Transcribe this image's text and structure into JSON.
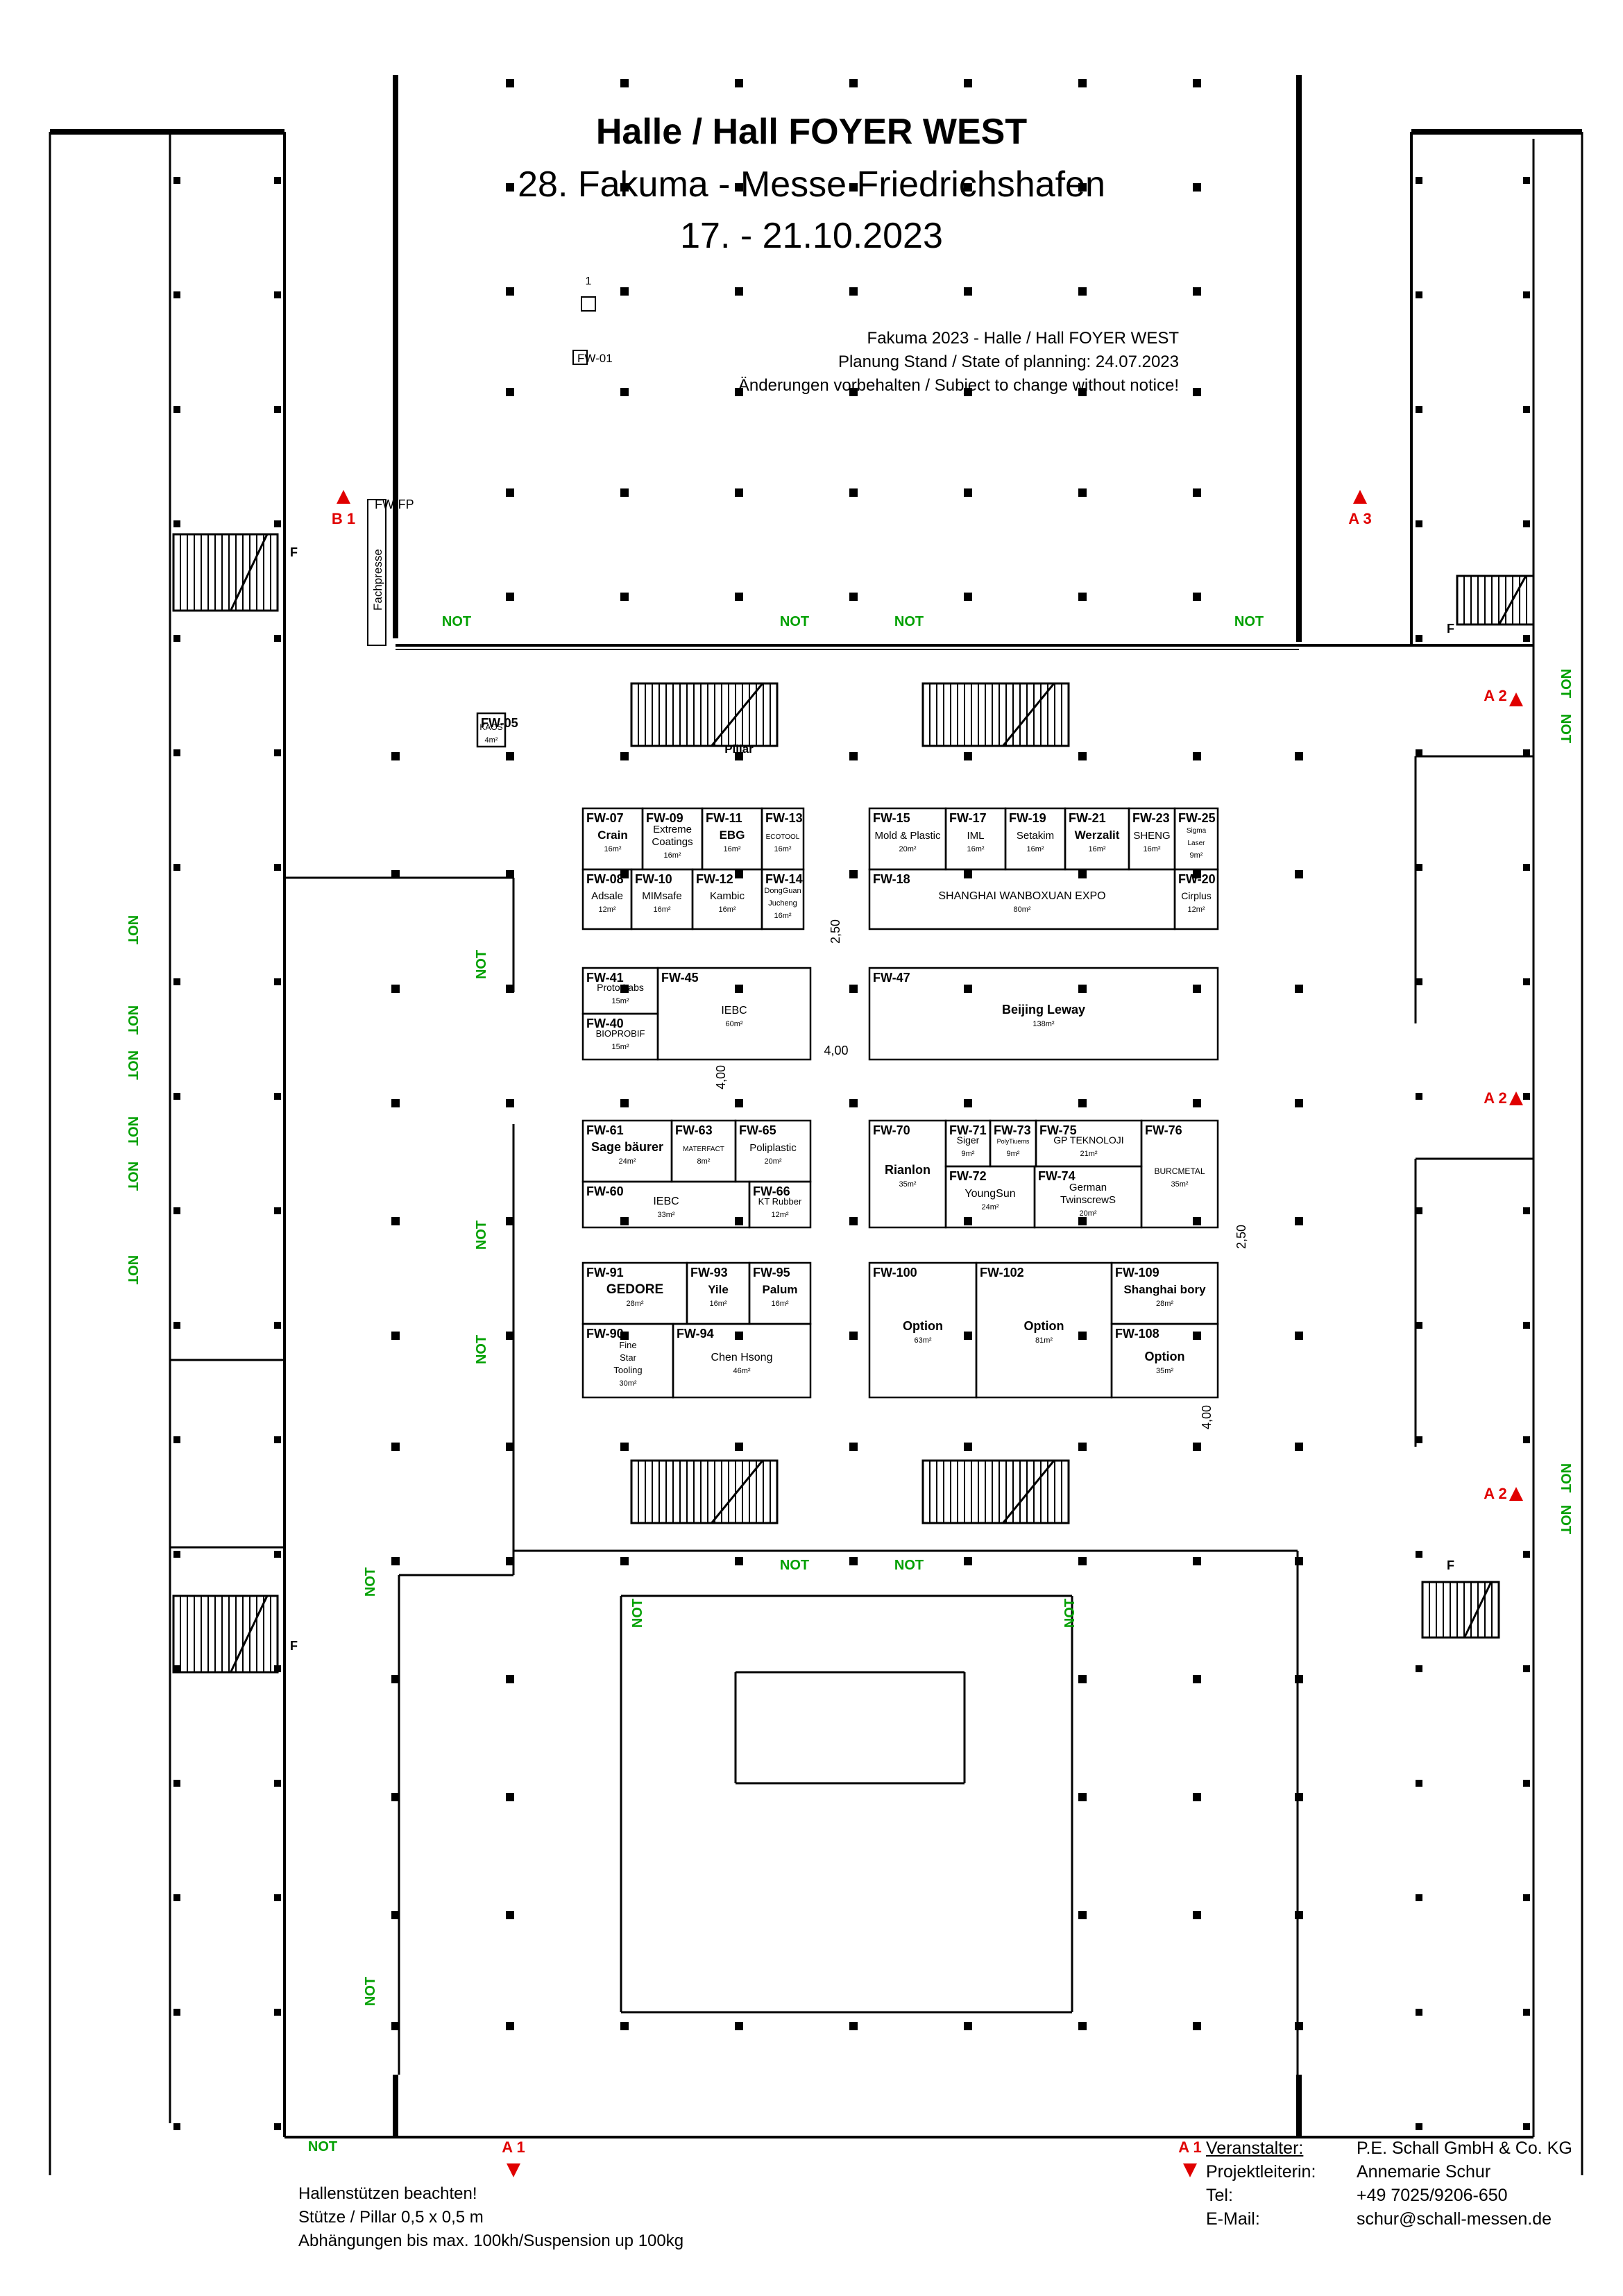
{
  "header": {
    "title": "Halle / Hall FOYER WEST",
    "subtitle": "28. Fakuma - Messe Friedrichshafen",
    "dates": "17. - 21.10.2023"
  },
  "info": {
    "line1": "Fakuma 2023 - Halle / Hall FOYER WEST",
    "line2": "Planung Stand / State of planning: 24.07.2023",
    "line3": "Änderungen vorbehalten / Subject to change without notice!"
  },
  "notes": {
    "line1": "Hallenstützen beachten!",
    "line2": "Stütze / Pillar 0,5 x 0,5 m",
    "line3": "Abhängungen bis max. 100kh/Suspension up 100kg"
  },
  "organizer": {
    "labels": [
      "Veranstalter:",
      "Projektleiterin:",
      "Tel:",
      "E-Mail:"
    ],
    "values": [
      "P.E. Schall GmbH & Co. KG",
      "Annemarie Schur",
      "+49 7025/9206-650",
      "schur@schall-messen.de"
    ]
  },
  "colors": {
    "line": "#000000",
    "exit": "#e00000",
    "not": "#00a000"
  },
  "exit_labels": {
    "b1": "B 1",
    "a3": "A 3",
    "a2": "A 2",
    "a1": "A 1"
  },
  "labels": {
    "not": "NOT",
    "pillar": "Pillar",
    "f": "F",
    "fachpresse": "Fachpresse",
    "fwfp": "FW-FP",
    "one": "1",
    "fw01": "FW-01"
  },
  "dimensions": {
    "d250": "2,50",
    "d400": "4,00"
  },
  "booths": [
    {
      "id": "FW-07",
      "name": "Crain",
      "area": "16m²"
    },
    {
      "id": "FW-09",
      "name": "Extreme Coatings",
      "area": "16m²"
    },
    {
      "id": "FW-11",
      "name": "EBG",
      "area": "16m²"
    },
    {
      "id": "FW-13",
      "name": "ECOTOOL",
      "area": "16m²"
    },
    {
      "id": "FW-08",
      "name": "Adsale",
      "area": "12m²"
    },
    {
      "id": "FW-10",
      "name": "MIMsafe",
      "area": "16m²"
    },
    {
      "id": "FW-12",
      "name": "Kambic",
      "area": "16m²"
    },
    {
      "id": "FW-14",
      "name": "DongGuan Jucheng",
      "area": "16m²"
    },
    {
      "id": "FW-15",
      "name": "Mold & Plastic",
      "area": "20m²"
    },
    {
      "id": "FW-17",
      "name": "IML",
      "area": "16m²"
    },
    {
      "id": "FW-19",
      "name": "Setakim",
      "area": "16m²"
    },
    {
      "id": "FW-21",
      "name": "Werzalit",
      "area": "16m²"
    },
    {
      "id": "FW-23",
      "name": "SHENG",
      "area": "16m²"
    },
    {
      "id": "FW-25",
      "name": "Sigma Laser",
      "area": "9m²"
    },
    {
      "id": "FW-18",
      "name": "SHANGHAI WANBOXUAN EXPO",
      "area": "80m²"
    },
    {
      "id": "FW-20",
      "name": "Cirplus",
      "area": "12m²"
    },
    {
      "id": "FW-41",
      "name": "Proto Labs",
      "area": "15m²"
    },
    {
      "id": "FW-40",
      "name": "BIOPROBIF",
      "area": "15m²"
    },
    {
      "id": "FW-45",
      "name": "IEBC",
      "area": "60m²"
    },
    {
      "id": "FW-47",
      "name": "Beijing Leway",
      "area": "138m²"
    },
    {
      "id": "FW-61",
      "name": "Sage bäurer",
      "area": "24m²"
    },
    {
      "id": "FW-63",
      "name": "MATERFACT",
      "area": "8m²"
    },
    {
      "id": "FW-65",
      "name": "Poliplastic",
      "area": "20m²"
    },
    {
      "id": "FW-60",
      "name": "IEBC",
      "area": "33m²"
    },
    {
      "id": "FW-66",
      "name": "KT Rubber",
      "area": "12m²"
    },
    {
      "id": "FW-70",
      "name": "Rianlon",
      "area": "35m²"
    },
    {
      "id": "FW-71",
      "name": "Siger",
      "area": "9m²"
    },
    {
      "id": "FW-73",
      "name": "PolyTiuems",
      "area": "9m²"
    },
    {
      "id": "FW-75",
      "name": "GP TEKNOLOJI",
      "area": "21m²"
    },
    {
      "id": "FW-76",
      "name": "BURCMETAL",
      "area": "35m²"
    },
    {
      "id": "FW-72",
      "name": "YoungSun",
      "area": "24m²"
    },
    {
      "id": "FW-74",
      "name": "German TwinscrewS",
      "area": "20m²"
    },
    {
      "id": "FW-91",
      "name": "GEDORE",
      "area": "28m²"
    },
    {
      "id": "FW-93",
      "name": "Yile",
      "area": "16m²"
    },
    {
      "id": "FW-95",
      "name": "Palum",
      "area": "16m²"
    },
    {
      "id": "FW-90",
      "name": "Fine Star Tooling",
      "area": "30m²"
    },
    {
      "id": "FW-94",
      "name": "Chen Hsong",
      "area": "46m²"
    },
    {
      "id": "FW-100",
      "name": "Option",
      "area": "63m²"
    },
    {
      "id": "FW-102",
      "name": "Option",
      "area": "81m²"
    },
    {
      "id": "FW-109",
      "name": "Shanghai bory",
      "area": "28m²"
    },
    {
      "id": "FW-108",
      "name": "Option",
      "area": "35m²"
    },
    {
      "id": "FW-05",
      "name": "KAOS",
      "area": "4m²"
    }
  ]
}
